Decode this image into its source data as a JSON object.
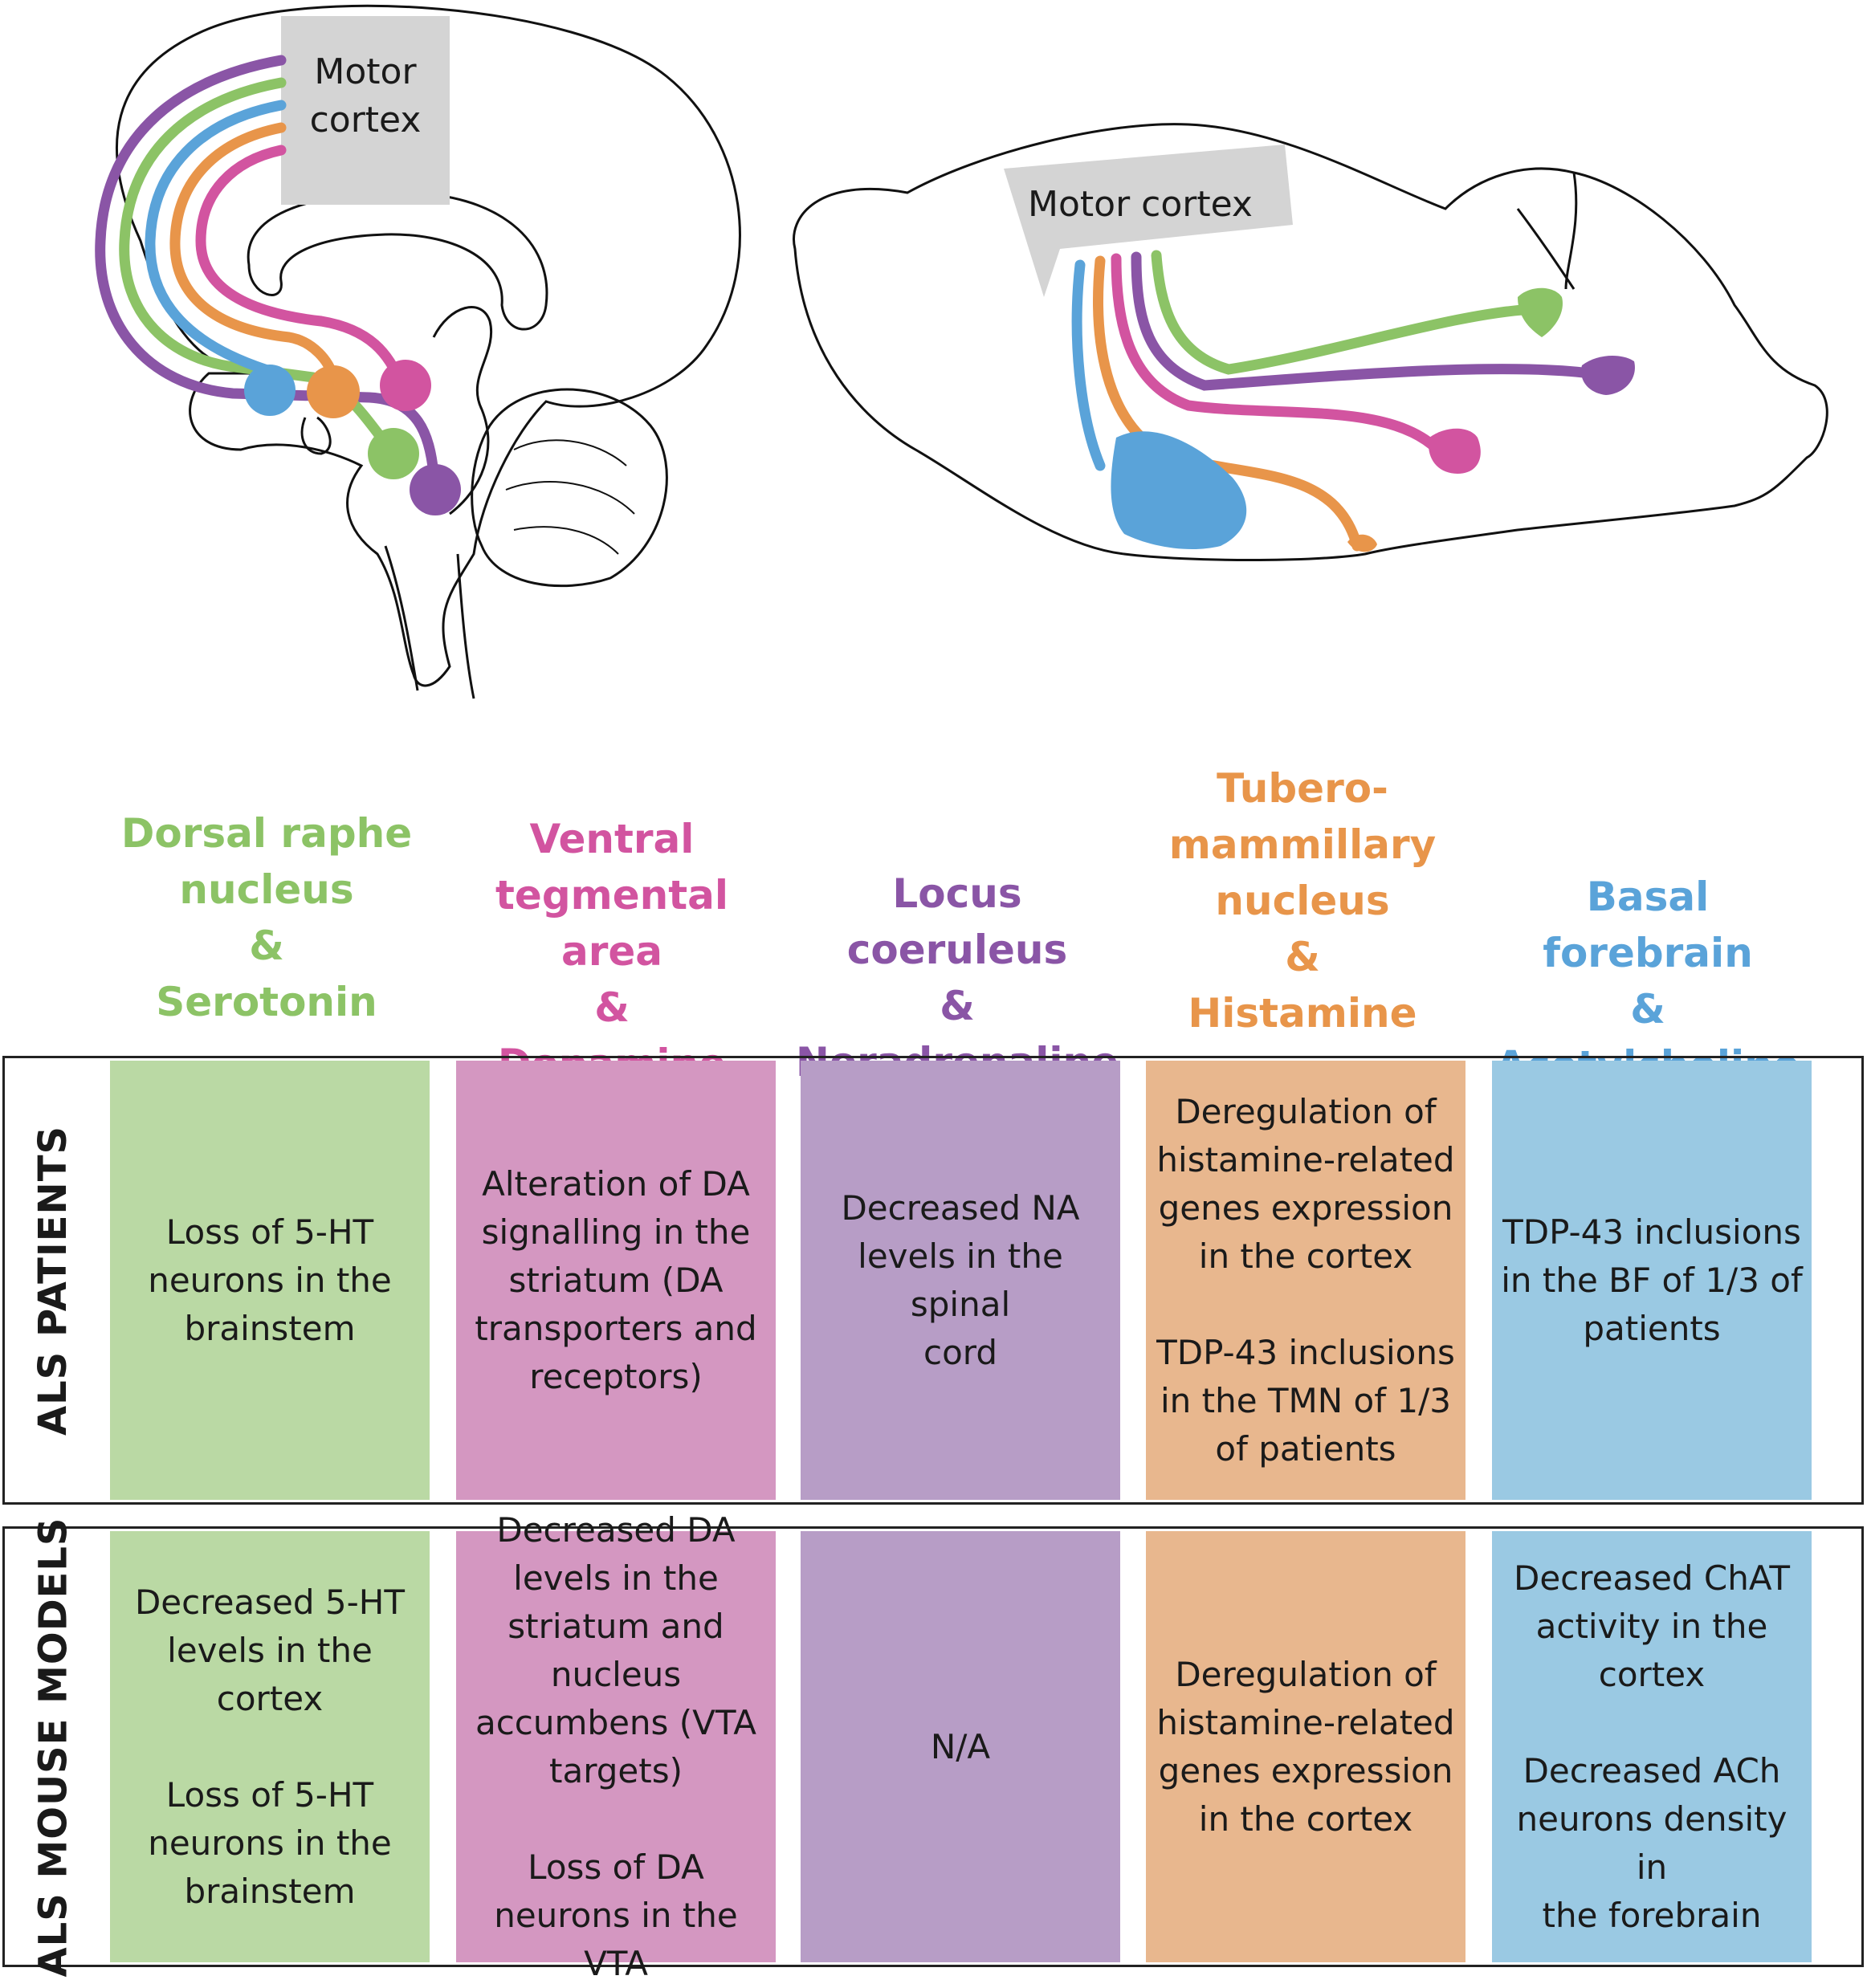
{
  "colors": {
    "green": "#8cc366",
    "pink": "#d254a0",
    "purple": "#8a55a6",
    "orange": "#e8954a",
    "blue": "#5aa3d9",
    "cell_green": "#bad9a4",
    "cell_pink": "#d497c1",
    "cell_purple": "#b79dc6",
    "cell_orange": "#e8b78e",
    "cell_blue": "#9ac9e3",
    "region_gray": "#d4d4d4"
  },
  "human_brain": {
    "region_label": "Motor\ncortex"
  },
  "mouse_brain": {
    "region_label": "Motor cortex"
  },
  "systems": [
    {
      "lines": [
        "Dorsal raphe",
        "nucleus",
        "&",
        "Serotonin"
      ],
      "color_key": "green",
      "cell_key": "cell_green"
    },
    {
      "lines": [
        "Ventral",
        "tegmental area",
        "&",
        "Dopamine"
      ],
      "color_key": "pink",
      "cell_key": "cell_pink"
    },
    {
      "lines": [
        "Locus coeruleus",
        "&",
        "Noradrenaline"
      ],
      "color_key": "purple",
      "cell_key": "cell_purple"
    },
    {
      "lines": [
        "Tubero-",
        "mammillary",
        "nucleus",
        "&",
        "Histamine"
      ],
      "color_key": "orange",
      "cell_key": "cell_orange"
    },
    {
      "lines": [
        "Basal forebrain",
        "&",
        "Acetylcholine"
      ],
      "color_key": "blue",
      "cell_key": "cell_blue"
    }
  ],
  "rows": [
    {
      "label": "ALS PATIENTS",
      "cells": [
        [
          "Loss of 5-HT\nneurons in the\nbrainstem"
        ],
        [
          "Alteration of DA\nsignalling in the\nstriatum (DA\ntransporters and\nreceptors)"
        ],
        [
          "Decreased NA\nlevels in the spinal\ncord"
        ],
        [
          "Deregulation of\nhistamine-related\ngenes expression\nin the cortex",
          "TDP-43 inclusions\nin the TMN of 1/3\nof patients"
        ],
        [
          "TDP-43 inclusions\nin the BF of 1/3 of\npatients"
        ]
      ]
    },
    {
      "label": "ALS MOUSE MODELS",
      "cells": [
        [
          "Decreased 5-HT\nlevels in the cortex",
          "Loss of 5-HT\nneurons in the\nbrainstem"
        ],
        [
          "Decreased DA\nlevels in the\nstriatum and\nnucleus\naccumbens (VTA\ntargets)",
          "Loss of DA\nneurons in the VTA"
        ],
        [
          "N/A"
        ],
        [
          "Deregulation of\nhistamine-related\ngenes expression\nin the cortex"
        ],
        [
          "Decreased ChAT\nactivity in the\ncortex",
          "Decreased ACh\nneurons density in\nthe forebrain"
        ]
      ]
    }
  ]
}
